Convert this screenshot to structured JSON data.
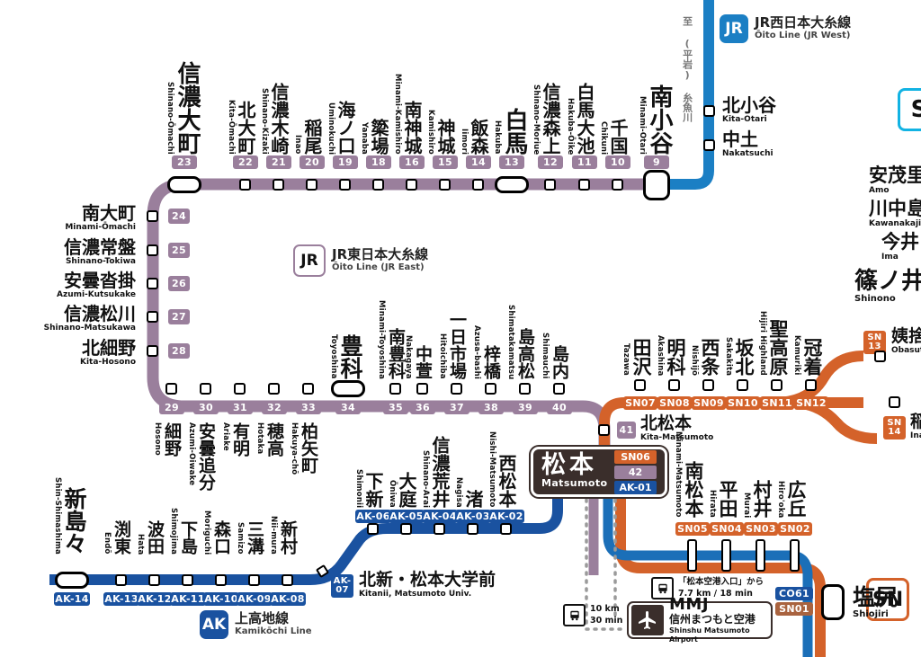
{
  "lines": {
    "oito_west": {
      "name_jp": "JR西日本大糸線",
      "name_en": "Ōito Line (JR West)",
      "badge": "JR",
      "color": "#1b7fc4"
    },
    "oito_east": {
      "name_jp": "JR東日本大糸線",
      "name_en": "Ōito Line (JR East)",
      "badge": "JR",
      "color": "#9a7f9c"
    },
    "kamikochi": {
      "name_jp": "上高地線",
      "name_en": "Kamikōchi Line",
      "badge": "AK",
      "color": "#1a52a0"
    },
    "shinonoi": {
      "badge": "SN",
      "color": "#d4622a"
    },
    "chuo": {
      "color": "#1a52a0"
    },
    "s_badge": {
      "badge": "S",
      "color": "#12b3e3"
    }
  },
  "to_label": "至 (平岩) 糸魚川",
  "oito_west_stations": [
    {
      "jp": "北小谷",
      "rom": "Kita-Otari"
    },
    {
      "jp": "中土",
      "rom": "Nakatsuchi"
    }
  ],
  "oito_top_row": [
    {
      "num": "23",
      "jp": "信濃大町",
      "rom": "Shinano-Ōmachi",
      "major": true
    },
    {
      "num": "22",
      "jp": "北大町",
      "rom": "Kita-Ōmachi",
      "major": false
    },
    {
      "num": "21",
      "jp": "信濃木崎",
      "rom": "Shinano-Kizaki",
      "major": false
    },
    {
      "num": "20",
      "jp": "稲尾",
      "rom": "Inao",
      "major": false
    },
    {
      "num": "19",
      "jp": "海ノ口",
      "rom": "Uminokuchi",
      "major": false
    },
    {
      "num": "18",
      "jp": "簗場",
      "rom": "Yanaba",
      "major": false
    },
    {
      "num": "16",
      "jp": "南神城",
      "rom": "Minami-Kamishiro",
      "major": false
    },
    {
      "num": "15",
      "jp": "神城",
      "rom": "Kamishiro",
      "major": false
    },
    {
      "num": "14",
      "jp": "飯森",
      "rom": "Iimori",
      "major": false
    },
    {
      "num": "13",
      "jp": "白馬",
      "rom": "Hakuba",
      "major": true
    },
    {
      "num": "12",
      "jp": "信濃森上",
      "rom": "Shinano-Moriue",
      "major": false
    },
    {
      "num": "11",
      "jp": "白馬大池",
      "rom": "Hakuba-Ōike",
      "major": false
    },
    {
      "num": "10",
      "jp": "千国",
      "rom": "Chikuni",
      "major": false
    },
    {
      "num": "9",
      "jp": "南小谷",
      "rom": "Minami-Otari",
      "major": true
    }
  ],
  "oito_left_column": [
    {
      "num": "24",
      "jp": "南大町",
      "rom": "Minami-Ōmachi"
    },
    {
      "num": "25",
      "jp": "信濃常盤",
      "rom": "Shinano-Tokiwa"
    },
    {
      "num": "26",
      "jp": "安曇沓掛",
      "rom": "Azumi-Kutsukake"
    },
    {
      "num": "27",
      "jp": "信濃松川",
      "rom": "Shinano-Matsukawa"
    },
    {
      "num": "28",
      "jp": "北細野",
      "rom": "Kita-Hosono"
    }
  ],
  "oito_bottom_row": [
    {
      "num": "29",
      "jp": "細野",
      "rom": "Hosono",
      "major": false
    },
    {
      "num": "30",
      "jp": "安曇追分",
      "rom": "Azumi-Oiwake",
      "major": false
    },
    {
      "num": "31",
      "jp": "有明",
      "rom": "Ariake",
      "major": false
    },
    {
      "num": "32",
      "jp": "穂高",
      "rom": "Hotaka",
      "major": false
    },
    {
      "num": "33",
      "jp": "柏矢町",
      "rom": "Hakuya-chō",
      "major": false
    },
    {
      "num": "34",
      "jp": "豊科",
      "rom": "Toyoshina",
      "major": true
    },
    {
      "num": "35",
      "jp": "南豊科",
      "rom": "Minami-Toyoshina",
      "major": false
    },
    {
      "num": "36",
      "jp": "中萱",
      "rom": "Nakagaya",
      "major": false
    },
    {
      "num": "37",
      "jp": "一日市場",
      "rom": "Hitoichiba",
      "major": false
    },
    {
      "num": "38",
      "jp": "梓橋",
      "rom": "Azusa-bashi",
      "major": false
    },
    {
      "num": "39",
      "jp": "島高松",
      "rom": "Shimatakamatsu",
      "major": false
    },
    {
      "num": "40",
      "jp": "島内",
      "rom": "Shimauchi",
      "major": false
    }
  ],
  "kita_matsumoto": {
    "num": "41",
    "jp": "北松本",
    "rom": "Kita-Matsumoto"
  },
  "matsumoto": {
    "jp": "松本",
    "rom": "Matsumoto",
    "codes": [
      {
        "label": "SN06",
        "color": "#d4622a"
      },
      {
        "label": "42",
        "color": "#9a7f9c"
      },
      {
        "label": "AK-01",
        "color": "#1a52a0"
      }
    ]
  },
  "shinonoi_north": [
    {
      "num": "SN07",
      "jp": "田沢",
      "rom": "Tazawa"
    },
    {
      "num": "SN08",
      "jp": "明科",
      "rom": "Akashina"
    },
    {
      "num": "SN09",
      "jp": "西条",
      "rom": "Nishijō"
    },
    {
      "num": "SN10",
      "jp": "坂北",
      "rom": "Sakakita"
    },
    {
      "num": "SN11",
      "jp": "聖高原",
      "rom": "Hijiri Highland"
    },
    {
      "num": "SN12",
      "jp": "冠着",
      "rom": "Kamuriki"
    }
  ],
  "shinonoi_far": [
    {
      "num": "SN13",
      "jp": "姨捨",
      "rom": "Obasute"
    },
    {
      "num": "SN14",
      "jp": "稲荷",
      "rom": "Inar"
    }
  ],
  "shinonoi_south": [
    {
      "num": "SN05",
      "jp": "南松本",
      "rom": "Minami-Matsumoto"
    },
    {
      "num": "SN04",
      "jp": "平田",
      "rom": "Hirata"
    },
    {
      "num": "SN03",
      "jp": "村井",
      "rom": "Murai"
    },
    {
      "num": "SN02",
      "jp": "広丘",
      "rom": "Hiro'oka"
    }
  ],
  "shinonoi_line_far_right": [
    {
      "jp": "安茂里",
      "rom": "Amo"
    },
    {
      "jp": "川中島",
      "rom": "Kawanakajim"
    },
    {
      "jp": "今井",
      "rom": "Ima"
    },
    {
      "jp": "篠ノ井",
      "rom": "Shinono"
    }
  ],
  "shiojiri": {
    "jp": "塩尻",
    "rom": "Shiojiri",
    "codes": [
      {
        "label": "CO61",
        "color": "#1a52a0"
      },
      {
        "label": "SN01",
        "color": "#a9633f"
      }
    ]
  },
  "kamikochi_stations": [
    {
      "num": "AK-14",
      "jp": "新島々",
      "rom": "Shin-Shimashima",
      "major": true
    },
    {
      "num": "AK-13",
      "jp": "渕東",
      "rom": "Endō",
      "major": false
    },
    {
      "num": "AK-12",
      "jp": "波田",
      "rom": "Hata",
      "major": false
    },
    {
      "num": "AK-11",
      "jp": "下島",
      "rom": "Shimojima",
      "major": false
    },
    {
      "num": "AK-10",
      "jp": "森口",
      "rom": "Moriguchi",
      "major": false
    },
    {
      "num": "AK-09",
      "jp": "三溝",
      "rom": "Samizo",
      "major": false
    },
    {
      "num": "AK-08",
      "jp": "新村",
      "rom": "Nii-mura",
      "major": false
    }
  ],
  "kamikochi_ak07": {
    "num": "AK-07",
    "jp": "北新・松本大学前",
    "rom": "Kitanii, Matsumoto Univ."
  },
  "kamikochi_upper": [
    {
      "num": "AK-06",
      "jp": "下新",
      "rom": "Shimonii"
    },
    {
      "num": "AK-05",
      "jp": "大庭",
      "rom": "Ōniwa"
    },
    {
      "num": "AK-04",
      "jp": "信濃荒井",
      "rom": "Shinano-Arai"
    },
    {
      "num": "AK-03",
      "jp": "渚",
      "rom": "Nagisa"
    },
    {
      "num": "AK-02",
      "jp": "西松本",
      "rom": "Nishi-Matsumoto"
    }
  ],
  "airport": {
    "code": "MMJ",
    "jp": "信州まつもと空港",
    "rom": "Shinshu Matsumoto Airport",
    "bus_from_label": "「松本空港入口」から",
    "bus_from_value": "7.7 km / 18 min",
    "bus_dist": "10 km",
    "bus_time": "30 min"
  }
}
